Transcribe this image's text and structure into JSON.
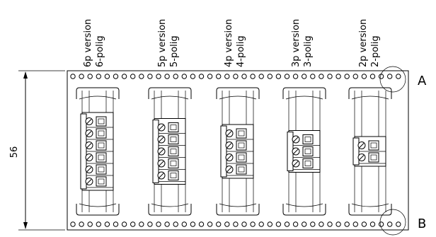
{
  "dimension": {
    "height_label": "56"
  },
  "markers": {
    "top": "A",
    "bottom": "B"
  },
  "versions": [
    {
      "line1": "6p version",
      "line2": "6-polig",
      "poles": 6
    },
    {
      "line1": "5p version",
      "line2": "5-polig",
      "poles": 5
    },
    {
      "line1": "4p version",
      "line2": "4-polig",
      "poles": 4
    },
    {
      "line1": "3p version",
      "line2": "3-polig",
      "poles": 3
    },
    {
      "line1": "2p version",
      "line2": "2-polig",
      "poles": 2
    }
  ]
}
